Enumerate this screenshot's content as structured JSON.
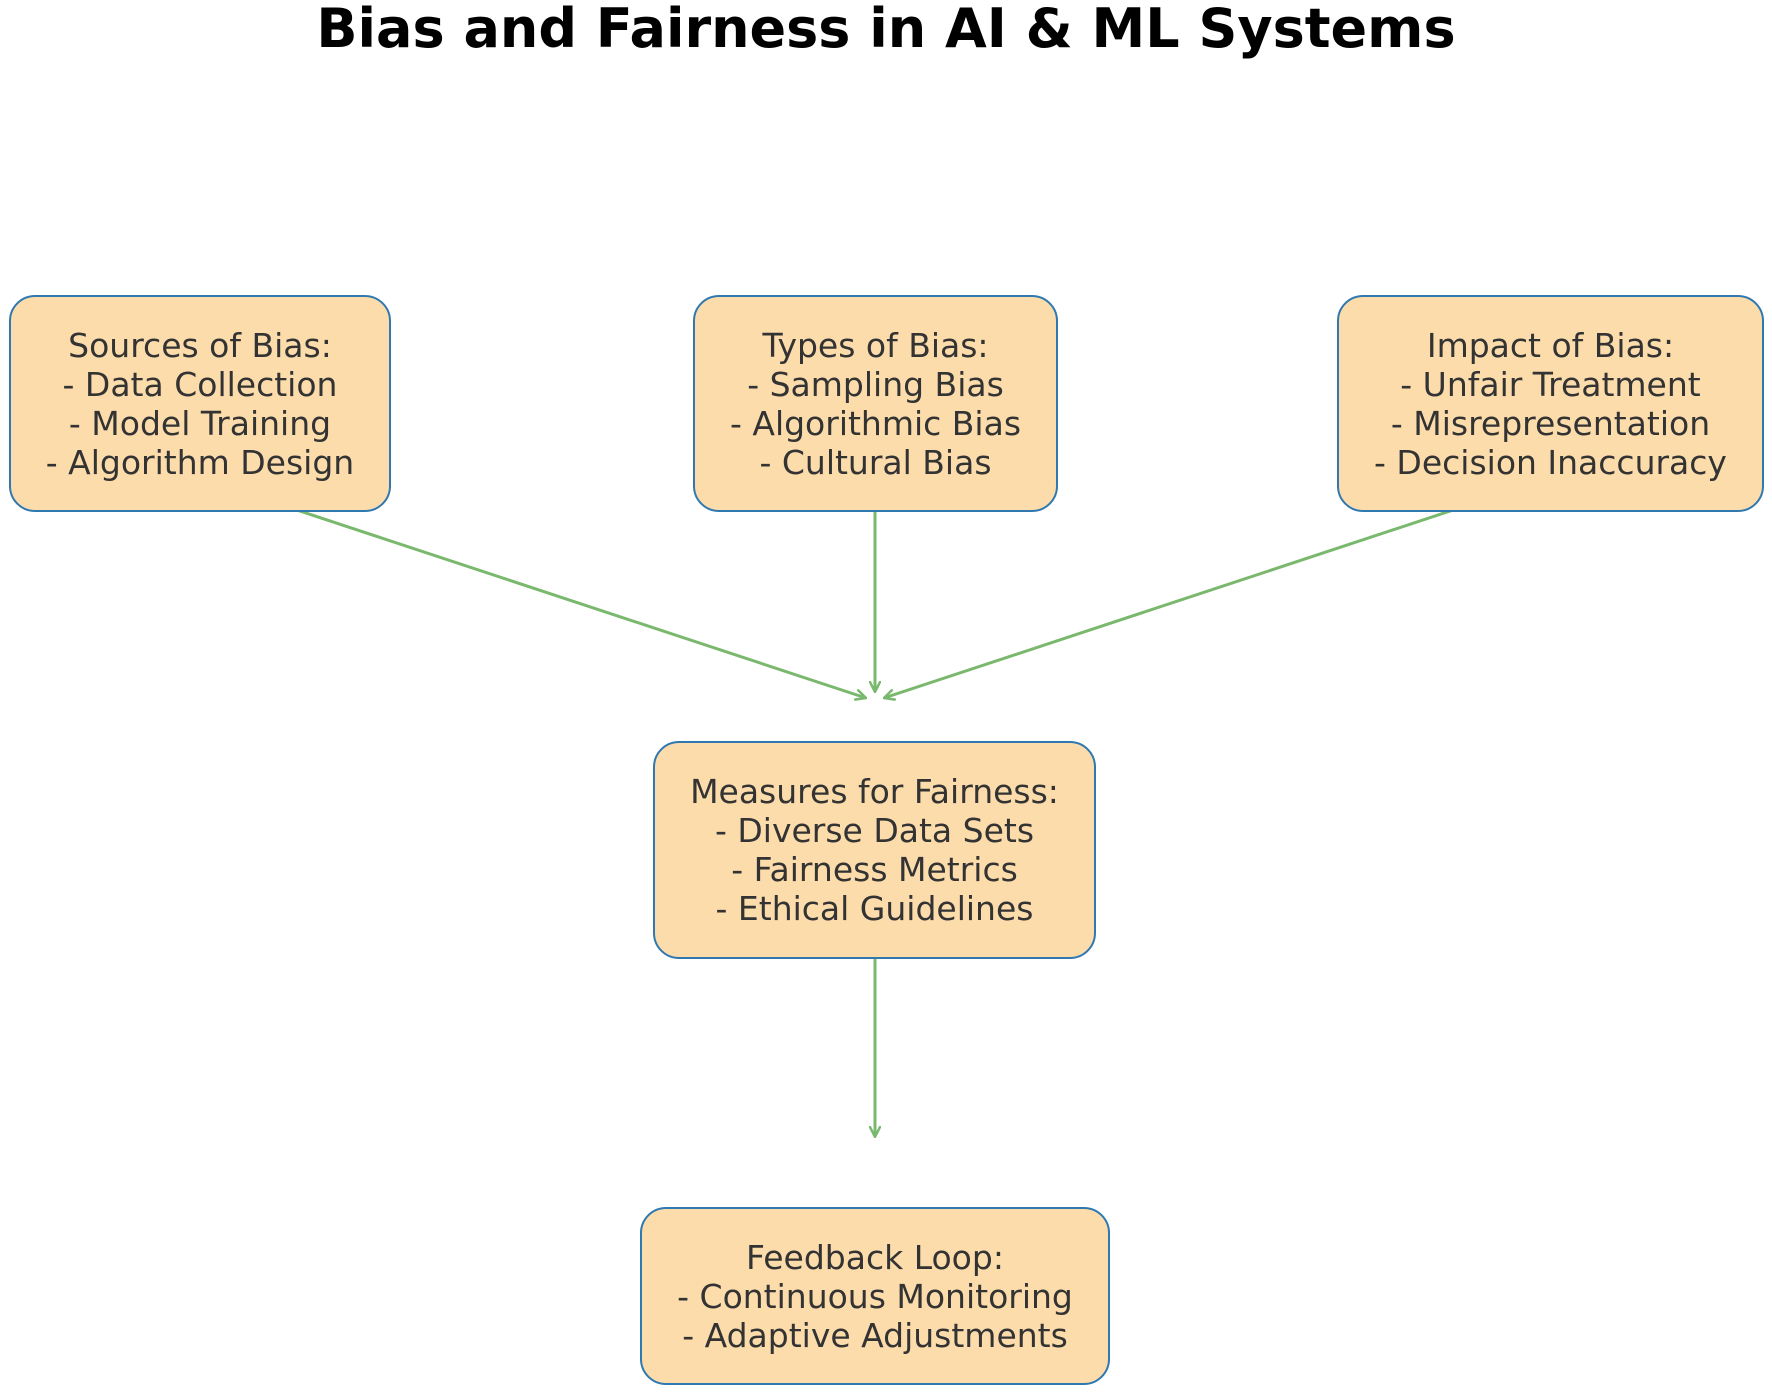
{
  "title": "Bias and Fairness in AI & ML Systems",
  "colors": {
    "node_fill": "#fcdcab",
    "node_border": "#2f78b0",
    "arrow": "#7ab86e",
    "text": "#333333"
  },
  "nodes": {
    "sources": [
      "Sources of Bias:",
      "- Data Collection",
      "- Model Training",
      "- Algorithm Design"
    ],
    "types": [
      "Types of Bias:",
      "- Sampling Bias",
      "- Algorithmic Bias",
      "- Cultural Bias"
    ],
    "impact": [
      "Impact of Bias:",
      "- Unfair Treatment",
      "- Misrepresentation",
      "- Decision Inaccuracy"
    ],
    "measures": [
      "Measures for Fairness:",
      "- Diverse Data Sets",
      "- Fairness Metrics",
      "- Ethical Guidelines"
    ],
    "feedback": [
      "Feedback Loop:",
      "- Continuous Monitoring",
      "- Adaptive Adjustments"
    ]
  },
  "edges": [
    {
      "from": "sources",
      "to": "measures"
    },
    {
      "from": "types",
      "to": "measures"
    },
    {
      "from": "impact",
      "to": "measures"
    },
    {
      "from": "measures",
      "to": "feedback"
    }
  ]
}
